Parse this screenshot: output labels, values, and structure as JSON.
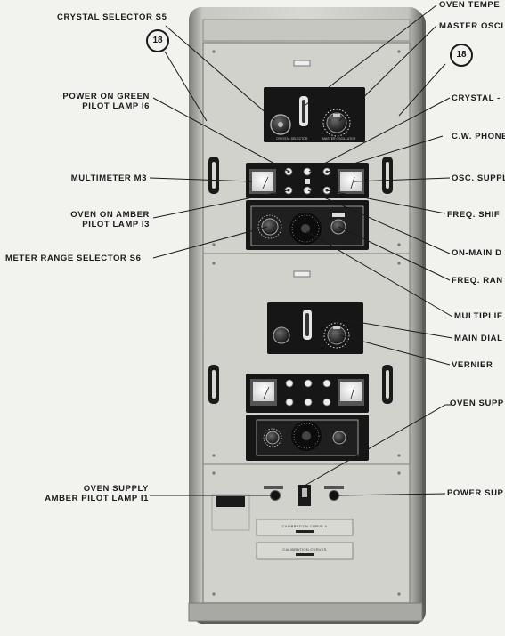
{
  "labels_left": {
    "crystal_selector": "CRYSTAL SELECTOR S5",
    "power_on_line1": "POWER ON GREEN",
    "power_on_line2": "PILOT LAMP I6",
    "multimeter": "MULTIMETER M3",
    "oven_on_line1": "OVEN ON AMBER",
    "oven_on_line2": "PILOT LAMP I3",
    "meter_range": "METER RANGE SELECTOR S6",
    "oven_supply_line1": "OVEN SUPPLY",
    "oven_supply_line2": "AMBER PILOT LAMP I1"
  },
  "labels_right": {
    "oven_temp": "OVEN TEMPE",
    "master_osc": "MASTER OSCI",
    "crystal": "CRYSTAL -",
    "cw_phone": "C.W. PHONE",
    "osc_supply": "OSC. SUPPL",
    "freq_shift": "FREQ. SHIF",
    "on_main": "ON-MAIN D",
    "freq_range": "FREQ. RAN",
    "multiplier": "MULTIPLIE",
    "main_dial": "MAIN DIAL",
    "vernier": "VERNIER",
    "oven_supply_top": "OVEN SUPP",
    "power_supply": "POWER SUP"
  },
  "callouts": {
    "left_number": "18",
    "right_number": "18"
  },
  "panel_labels": {
    "calibration_1": "CALIBRATION CURVE A",
    "calibration_2": "CALIBRATION CURVES"
  }
}
